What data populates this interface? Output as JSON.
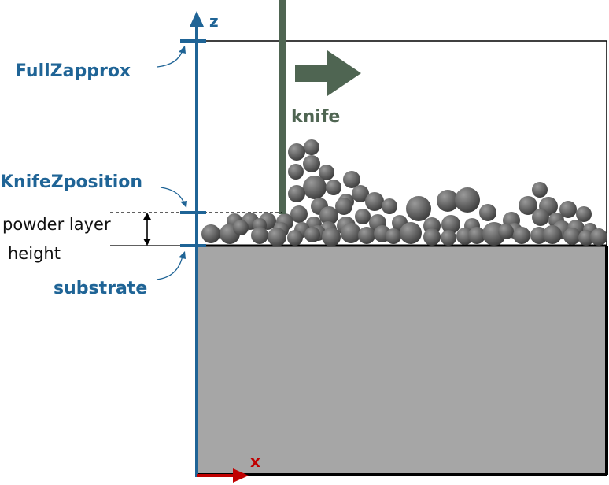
{
  "labels": {
    "z_axis": "z",
    "x_axis": "x",
    "full_z_approx": "FullZapprox",
    "knife_z_position": "KnifeZposition",
    "powder_layer_line1": "powder layer",
    "powder_layer_line2": "height",
    "substrate": "substrate",
    "knife": "knife"
  },
  "colors": {
    "blue": "#1f6496",
    "knife_green": "#4f6552",
    "x_red": "#c00000",
    "substrate_fill": "#a6a6a6",
    "particle_dark": "#3a3a3a",
    "particle_light": "#9a9a9a"
  },
  "icons": {
    "knife_direction": "right-arrow-icon"
  }
}
